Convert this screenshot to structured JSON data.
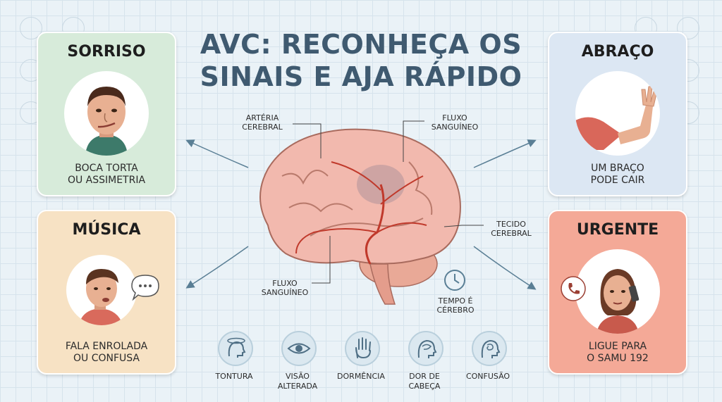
{
  "title": "AVC: RECONHEÇA OS\nSINAIS E AJA RÁPIDO",
  "cards": [
    {
      "title": "SORRISO",
      "desc": "BOCA TORTA\nOU ASSIMETRIA"
    },
    {
      "title": "MÚSICA",
      "desc": "FALA ENROLADA\nOU CONFUSA"
    },
    {
      "title": "ABRAÇO",
      "desc": "UM BRAÇO\nPODE CAIR"
    },
    {
      "title": "URGENTE",
      "desc": "LIGUE PARA\nO SAMU 192"
    }
  ],
  "brain_labels": {
    "artery": "ARTÉRIA\nCEREBRAL",
    "flow_top": "FLUXO\nSANGUÍNEO",
    "tissue": "TECIDO\nCEREBRAL",
    "flow_bottom": "FLUXO\nSANGUÍNEO",
    "time": "TEMPO É\nCÉREBRO"
  },
  "symptoms": [
    {
      "label": "TONTURA",
      "icon": "dizziness-icon"
    },
    {
      "label": "VISÃO\nALTERADA",
      "icon": "eye-icon"
    },
    {
      "label": "DORMÊNCIA",
      "icon": "hand-icon"
    },
    {
      "label": "DOR DE\nCABEÇA",
      "icon": "head-pain-icon"
    },
    {
      "label": "CONFUSÃO",
      "icon": "head-confusion-icon"
    }
  ],
  "colors": {
    "title": "#3f5a70",
    "smile_card": "#d7ebda",
    "speech_card": "#f7e2c4",
    "arm_card": "#dce7f3",
    "urgent_card": "#f4a997",
    "brain": "#f2b9ae",
    "artery": "#c0392b"
  }
}
